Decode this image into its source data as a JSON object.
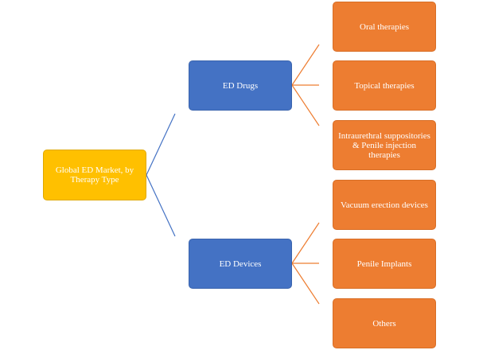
{
  "diagram": {
    "root": {
      "label": "Global ED Market, by Therapy Type"
    },
    "branches": [
      {
        "label": "ED Drugs",
        "children": [
          {
            "label": "Oral therapies"
          },
          {
            "label": "Topical therapies"
          },
          {
            "label": "Intraurethral suppositories & Penile injection therapies"
          }
        ]
      },
      {
        "label": "ED Devices",
        "children": [
          {
            "label": "Vacuum erection devices"
          },
          {
            "label": "Penile Implants"
          },
          {
            "label": "Others"
          }
        ]
      }
    ]
  },
  "colors": {
    "root_fill": "#ffc000",
    "branch_fill": "#4472c4",
    "leaf_fill": "#ed7d31",
    "root_connector": "#4472c4",
    "leaf_connector": "#ed7d31",
    "text": "#ffffff"
  }
}
